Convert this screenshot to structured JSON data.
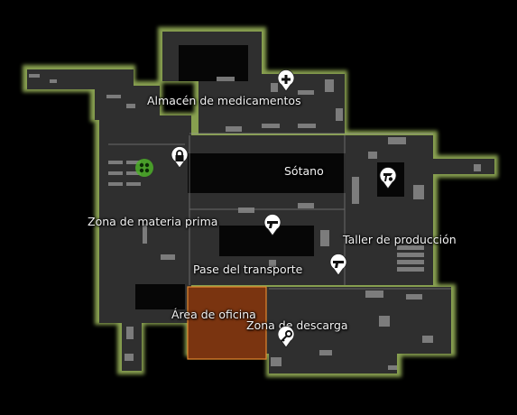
{
  "map": {
    "colors": {
      "background": "#000000",
      "floor": "#2e2e2e",
      "wall_glow": "#b5d56a",
      "inner_block": "#050505",
      "highlight_zone": "#7a3410",
      "highlight_border": "#e3892e",
      "crate": "#8a8a8a",
      "marker_bg": "#ffffff",
      "marker_icon": "#111111",
      "team_marker": "#4caf28"
    },
    "labels": {
      "medical_storage": "Almacén de medicamentos",
      "basement": "Sótano",
      "raw_material_zone": "Zona de materia prima",
      "production_workshop": "Taller de producción",
      "transport_pass": "Pase del transporte",
      "office_area": "Área de oficina",
      "unloading_zone": "Zona de descarga"
    },
    "markers": [
      {
        "icon": "medical-cross-icon"
      },
      {
        "icon": "lock-icon"
      },
      {
        "icon": "pistol-icon"
      },
      {
        "icon": "pistol-icon"
      },
      {
        "icon": "weapon-crate-icon"
      },
      {
        "icon": "key-icon"
      },
      {
        "icon": "squad-icon"
      }
    ],
    "highlighted_zone": "Área de oficina"
  }
}
